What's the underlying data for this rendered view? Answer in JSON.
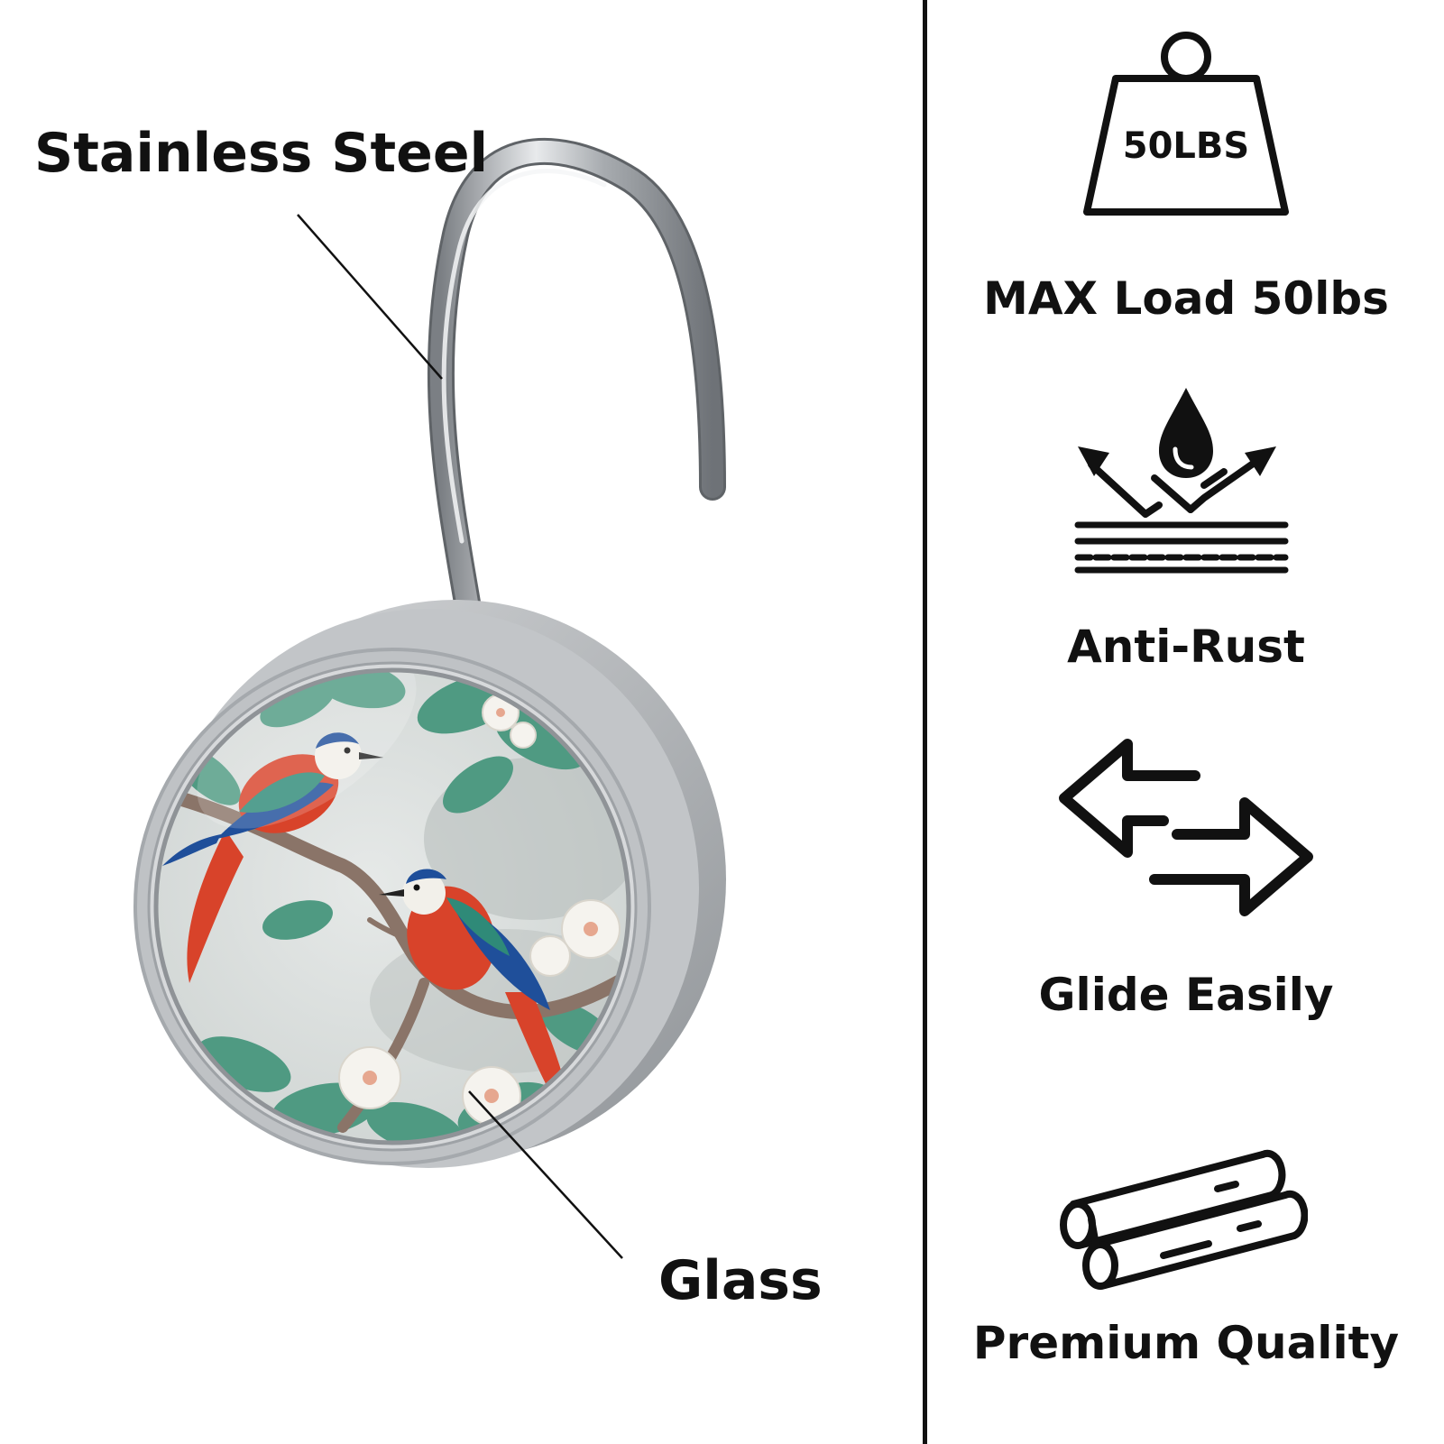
{
  "product": {
    "material_labels": {
      "hook": "Stainless Steel",
      "face": "Glass"
    }
  },
  "features": [
    {
      "label": "MAX Load 50lbs",
      "icon": "weight-icon",
      "icon_text": "50LBS"
    },
    {
      "label": "Anti-Rust",
      "icon": "water-repel-icon"
    },
    {
      "label": "Glide Easily",
      "icon": "double-arrow-icon"
    },
    {
      "label": "Premium Quality",
      "icon": "steel-rods-icon"
    }
  ],
  "colors": {
    "text": "#111111",
    "metal": "#b8babd",
    "bird_red": "#d8432a",
    "bird_blue": "#1f4f9a",
    "leaf": "#4f9a82"
  }
}
